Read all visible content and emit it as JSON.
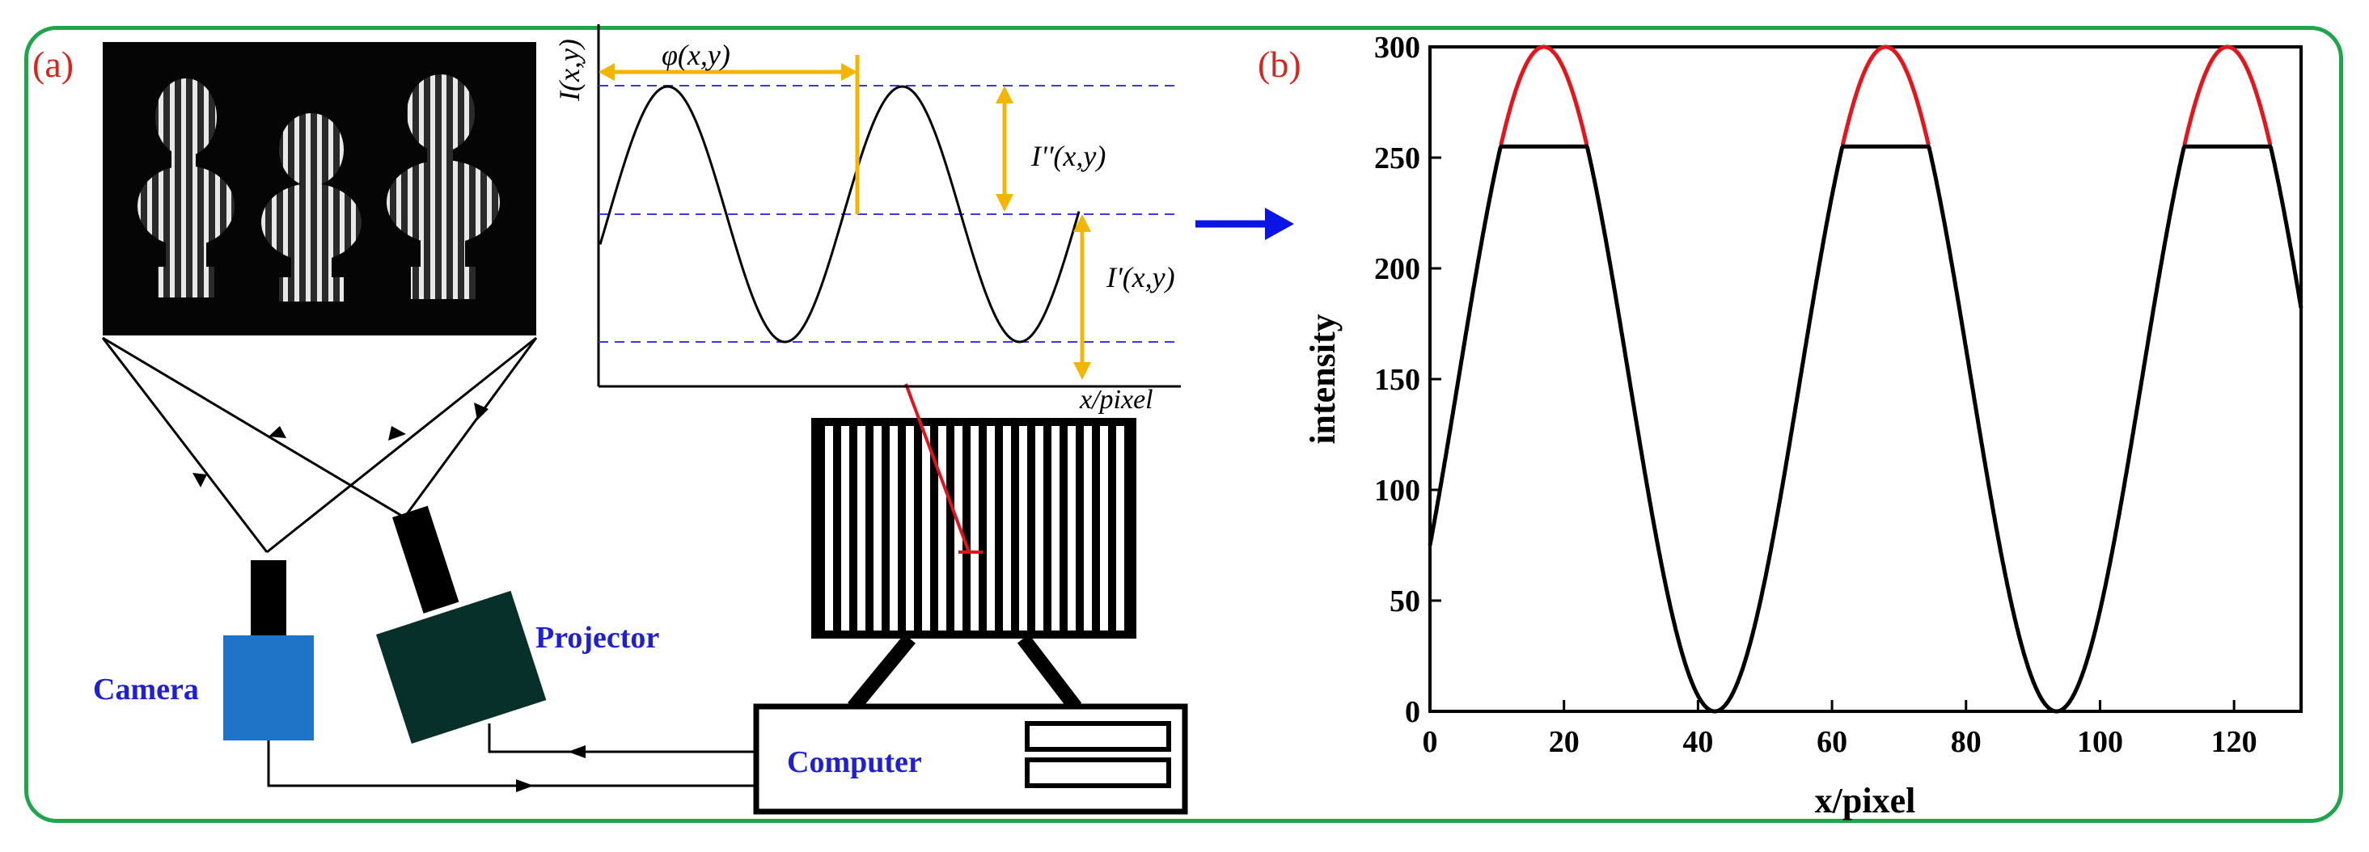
{
  "panel_a": {
    "label": "(a)",
    "wave_plot": {
      "y_label": "I(x,y)",
      "x_label": "x/pixel",
      "phase_label": "φ(x,y)",
      "modulation_label": "I''(x,y)",
      "mean_label": "I'(x,y)"
    },
    "camera_label": "Camera",
    "projector_label": "Projector",
    "computer_label": "Computer"
  },
  "panel_b": {
    "label": "(b)"
  },
  "colors": {
    "frame": "#1fa64a",
    "panel_label": "#d9261c",
    "device_label": "#1f1fd6",
    "arrow_blue": "#0a14e6",
    "camera": "#1f74c8",
    "projector": "#08302a",
    "guide_yellow": "#f2b600",
    "dashed_blue": "#3a3ad8",
    "clipped": "#000000",
    "unclipped": "#e8141c"
  },
  "chart_data": {
    "type": "line",
    "xlabel": "x/pixel",
    "ylabel": "intensity",
    "xlim": [
      0,
      130
    ],
    "ylim": [
      0,
      300
    ],
    "xticks": [
      0,
      20,
      40,
      60,
      80,
      100,
      120
    ],
    "yticks": [
      0,
      50,
      100,
      150,
      200,
      250,
      300
    ],
    "series": [
      {
        "type": "ideal",
        "color": "#e8141c",
        "function": "150 + 150*cos(2*pi*(x-17)/51)"
      },
      {
        "type": "captured",
        "color": "#000000",
        "function": "min(255, 150 + 150*cos(2*pi*(x-17)/51))",
        "saturation": 255
      }
    ],
    "peaks_x": [
      17,
      68,
      119
    ],
    "valleys_x": [
      42.5,
      93.5
    ],
    "grid": false
  }
}
